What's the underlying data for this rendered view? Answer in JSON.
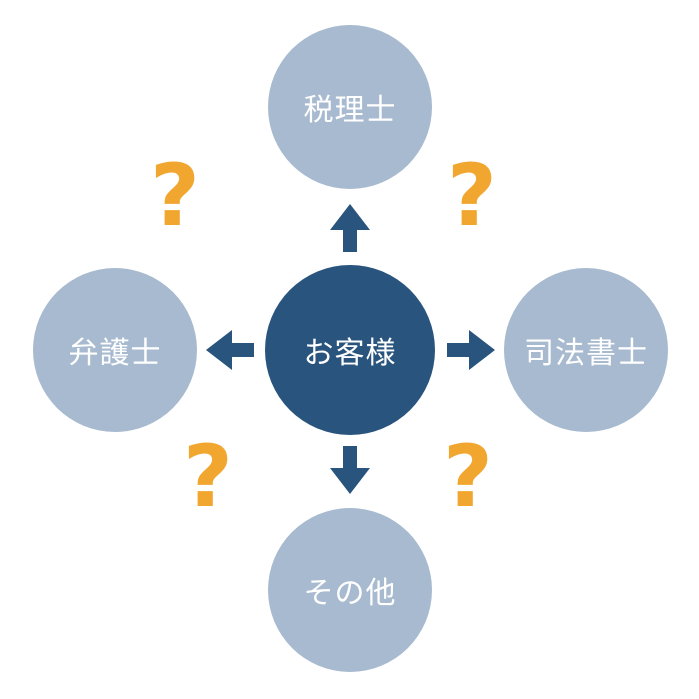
{
  "diagram": {
    "title": "customer-professionals-relationship-diagram",
    "center": {
      "id": "customer",
      "label": "お客様"
    },
    "nodes": [
      {
        "id": "tax-accountant",
        "label": "税理士",
        "position": "top"
      },
      {
        "id": "lawyer",
        "label": "弁護士",
        "position": "left"
      },
      {
        "id": "judicial-scrivener",
        "label": "司法書士",
        "position": "right"
      },
      {
        "id": "other",
        "label": "その他",
        "position": "bottom"
      }
    ],
    "arrows": [
      {
        "from": "customer",
        "to": "tax-accountant",
        "direction": "up"
      },
      {
        "from": "customer",
        "to": "lawyer",
        "direction": "left"
      },
      {
        "from": "customer",
        "to": "judicial-scrivener",
        "direction": "right"
      },
      {
        "from": "customer",
        "to": "other",
        "direction": "down"
      }
    ],
    "question_mark": "?"
  },
  "colors": {
    "background": "#ffffff",
    "center_circle": "#28547d",
    "outer_circle": "#a7bacf",
    "arrow": "#28547d",
    "question_mark": "#f1a62f",
    "label_text": "#ffffff"
  }
}
